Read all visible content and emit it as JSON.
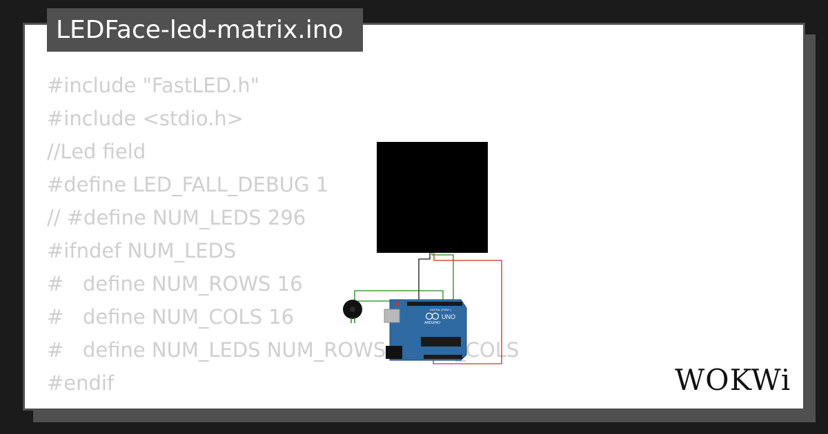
{
  "title": "LEDFace-led-matrix.ino",
  "code_lines": [
    "#include \"FastLED.h\"",
    "#include <stdio.h>",
    "//Led field",
    "#define LED_FALL_DEBUG 1",
    "// #define NUM_LEDS 296",
    "#ifndef NUM_LEDS",
    "#   define NUM_ROWS 16",
    "#   define NUM_COLS 16",
    "#   define NUM_LEDS NUM_ROWS * NUM_COLS",
    "#endif"
  ],
  "board": {
    "model": "UNO",
    "brand": "ARDUINO",
    "header_label": "DIGITAL (PWM~)"
  },
  "logo_text": "WOKWi",
  "colors": {
    "background": "#1b1b1b",
    "card": "#ffffff",
    "tab": "#505050",
    "code_text": "#cfcfcf",
    "matrix": "#000000",
    "board": "#2f6aa3",
    "wire_green": "#1a8a1a",
    "wire_red": "#d42a2a",
    "wire_black": "#111111"
  }
}
